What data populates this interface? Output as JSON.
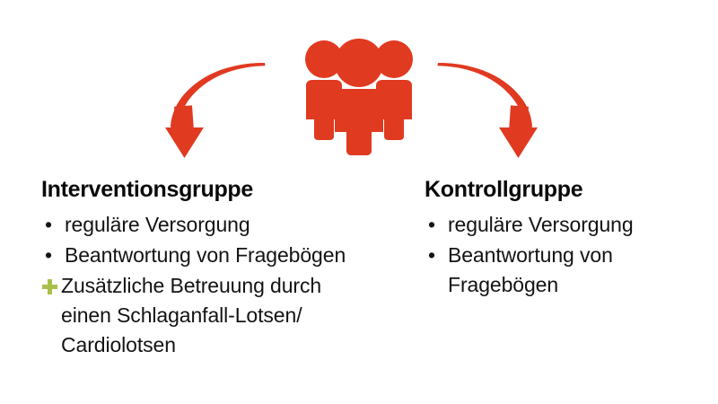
{
  "graphic": {
    "people_icon": {
      "name": "people-group-icon",
      "color": "#e03a21",
      "figure_count": 3
    },
    "arrows": [
      {
        "name": "curved-arrow-left",
        "direction": "down-left",
        "color": "#e03a21",
        "points_to": "Interventionsgruppe"
      },
      {
        "name": "curved-arrow-right",
        "direction": "down-right",
        "color": "#e03a21",
        "points_to": "Kontrollgruppe"
      }
    ]
  },
  "colors": {
    "accent_red": "#e03a21",
    "accent_green": "#a9bf4c",
    "text": "#131313",
    "background": "#ffffff"
  },
  "groups": [
    {
      "id": "intervention",
      "title": "Interventionsgruppe",
      "items": [
        {
          "marker": "bullet",
          "text": "reguläre Versorgung",
          "continuation": []
        },
        {
          "marker": "bullet",
          "text": "Beantwortung von Fragebögen",
          "continuation": []
        },
        {
          "marker": "plus",
          "text": "Zusätzliche Betreuung durch",
          "continuation": [
            "einen Schlaganfall-Lotsen/",
            "Cardiolotsen"
          ]
        }
      ]
    },
    {
      "id": "control",
      "title": "Kontrollgruppe",
      "items": [
        {
          "marker": "bullet",
          "text": "reguläre Versorgung",
          "continuation": []
        },
        {
          "marker": "bullet",
          "text": "Beantwortung von",
          "continuation": [
            "Fragebögen"
          ]
        }
      ]
    }
  ],
  "markers": {
    "bullet_glyph": "•"
  }
}
